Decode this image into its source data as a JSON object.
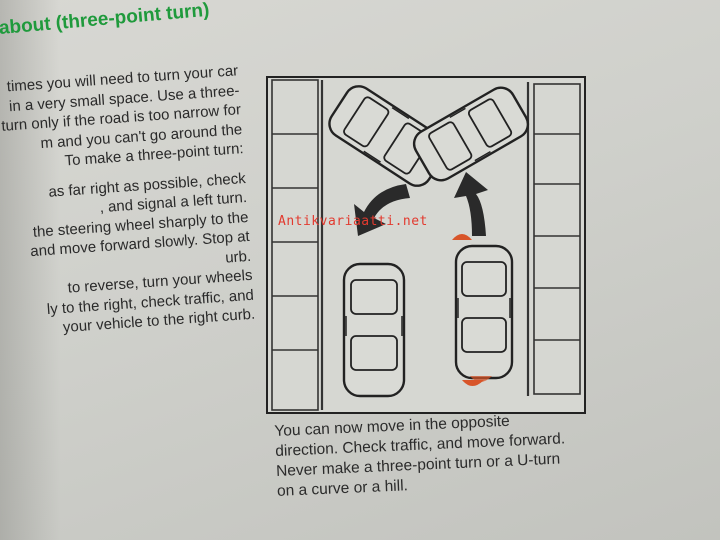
{
  "heading": "about (three-point turn)",
  "body_lines": [
    "times you will need to turn your car",
    "in a very small space. Use a three-",
    "turn only if the road is too narrow for",
    "m and you can't go around the",
    "To make a three-point turn:",
    "",
    "as far right as possible, check",
    ", and signal a left turn.",
    "the steering wheel sharply to the",
    "and move forward slowly. Stop at",
    "urb.",
    "to reverse, turn your wheels",
    "ly to the right, check traffic, and",
    "your vehicle to the right curb."
  ],
  "caption_lines": [
    "You can now move in the opposite",
    "direction. Check traffic, and move forward.",
    "Never make a three-point turn or a U-turn",
    "on a curve or a hill."
  ],
  "watermark": "Antikvariaatti.net",
  "colors": {
    "heading": "#1f9a3c",
    "watermark": "#e23a2f",
    "lights": "#d8552a"
  }
}
